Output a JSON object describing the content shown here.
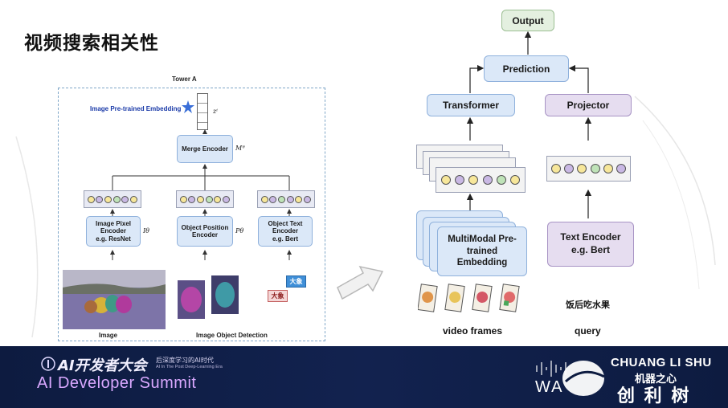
{
  "slide_title": "视频搜索相关性",
  "left_diagram": {
    "tower_label": "Tower A",
    "embedding_label": "Image Pre-trained Embedding",
    "z_symbol": "zⁱ",
    "merge_encoder": "Merge Encoder",
    "merge_symbol": "Mᶿ",
    "encoders": [
      {
        "label_line1": "Image Pixel",
        "label_line2": "Encoder",
        "label_line3": "e.g. ResNet",
        "symbol": "Iθ"
      },
      {
        "label_line1": "Object Position",
        "label_line2": "Encoder",
        "label_line3": "",
        "symbol": "Pθ"
      },
      {
        "label_line1": "Object Text",
        "label_line2": "Encoder",
        "label_line3": "e.g. Bert",
        "symbol": ""
      }
    ],
    "tag_elephant_blue": "大象",
    "tag_elephant_red": "大象",
    "caption_image": "Image",
    "caption_detection": "Image Object Detection"
  },
  "right_diagram": {
    "output": "Output",
    "prediction": "Prediction",
    "transformer": "Transformer",
    "projector": "Projector",
    "multimodal_line1": "MultiModal Pre-",
    "multimodal_line2": "trained",
    "multimodal_line3": "Embedding",
    "text_encoder_line1": "Text Encoder",
    "text_encoder_line2": "e.g. Bert",
    "query_text": "饭后吃水果",
    "caption_frames": "video frames",
    "caption_query": "query"
  },
  "banner": {
    "event_cn": "AI开发者大会",
    "event_tagline_cn": "后深度学习的AI时代",
    "event_tagline_en": "AI In The Post Deep-Learning Era",
    "event_en": "AI Developer Summit",
    "brand_en": "CHUANG LI SHU",
    "brand_cn": "创 利 树",
    "brand_sub": "机器之心",
    "brand_prefix": "WA"
  },
  "colors": {
    "dot_yellow": "#f7e79a",
    "dot_purple": "#c9b8e4",
    "dot_green": "#bfe3b8",
    "box_blue": "#dbe8f8",
    "box_purple": "#e6ddf0",
    "box_green": "#e4f0e0",
    "banner_bg": "#0d1b40",
    "star": "#3a6fd8"
  }
}
